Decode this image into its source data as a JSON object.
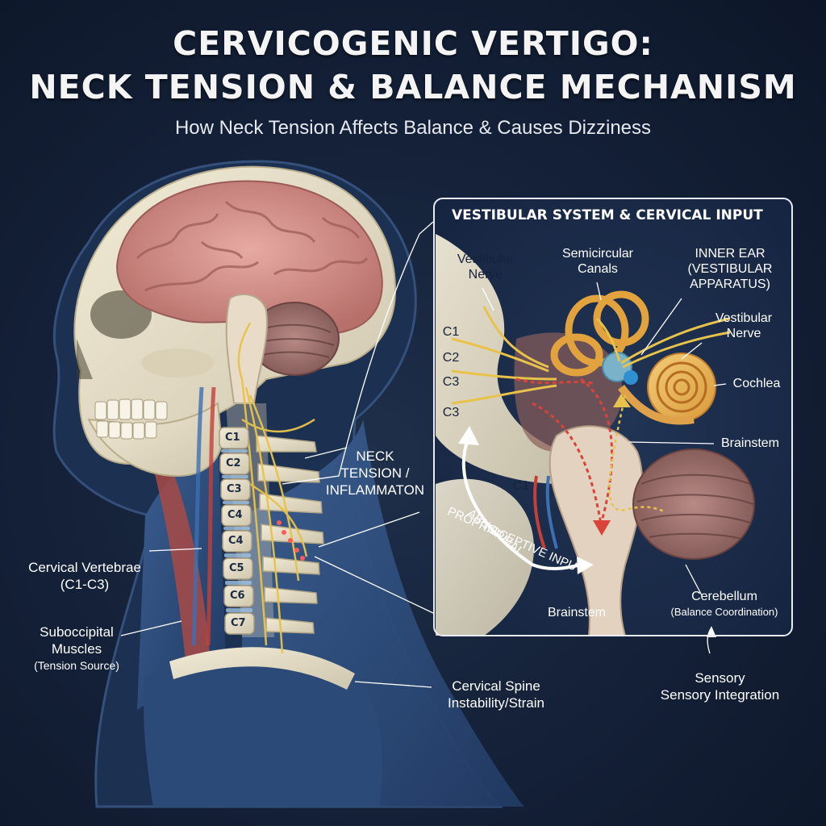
{
  "header": {
    "title_line1": "CERVICOGENIC VERTIGO:",
    "title_line2": "NECK TENSION & BALANCE MECHANISM",
    "subtitle": "How Neck Tension Affects Balance & Causes Dizziness"
  },
  "left_figure": {
    "vertebrae": [
      "C1",
      "C2",
      "C3",
      "C4",
      "C4",
      "C5",
      "C6",
      "C7"
    ],
    "labels": {
      "neck_tension_line1": "NECK",
      "neck_tension_line2": "TENSION /",
      "neck_tension_line3": "INFLAMMATON",
      "cervical_vertebrae_line1": "Cervical Vertebrae",
      "cervical_vertebrae_line2": "(C1-C3)",
      "suboccipital_line1": "Suboccipital",
      "suboccipital_line2": "Muscles",
      "suboccipital_line3": "(Tension Source)",
      "cervical_spine_line1": "Cervical Spine",
      "cervical_spine_line2": "Instability/Strain"
    }
  },
  "inset_panel": {
    "title": "VESTIBULAR SYSTEM & CERVICAL INPUT",
    "vestibular_nerve_left_line1": "Vestibular",
    "vestibular_nerve_left_line2": "Nerve",
    "semicircular_line1": "Semicircular",
    "semicircular_line2": "Canals",
    "inner_ear_line1": "INNER EAR",
    "inner_ear_line2": "(VESTIBULAR",
    "inner_ear_line3": "APPARATUS)",
    "vestibular_nerve_right_line1": "Vestibular",
    "vestibular_nerve_right_line2": "Nerve",
    "cochlea": "Cochlea",
    "brainstem_upper": "Brainstem",
    "levels": [
      "C1",
      "C2",
      "C3",
      "C3"
    ],
    "c1_lower": "C1",
    "abnormal": "ABNORMAL",
    "proprioceptive": "PROPRIOCEPTIVE INPUT",
    "brainstem_lower": "Brainstem",
    "cerebellum": "Cerebellum",
    "cerebellum_sub": "(Balance Coordination)"
  },
  "footer": {
    "sensory_line1": "Sensory",
    "sensory_line2": "Sensory Integration"
  },
  "colors": {
    "background": "#15223a",
    "bone": "#e9e2cc",
    "brain": "#d7958e",
    "muscle_blue": "#2f4f7e",
    "nerve": "#e8c24a",
    "signal_red": "#d9443a"
  }
}
